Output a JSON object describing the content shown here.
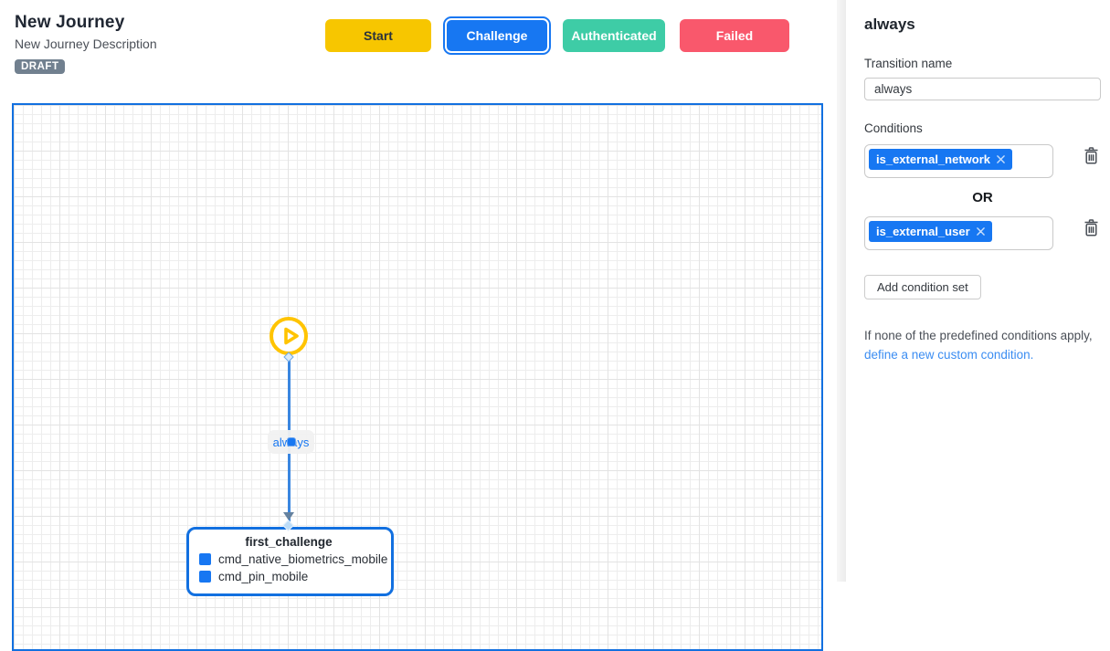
{
  "header": {
    "title": "New Journey",
    "subtitle": "New Journey Description",
    "status_badge": "DRAFT"
  },
  "toolbar": {
    "buttons": [
      {
        "label": "Start",
        "color": "#F7C600",
        "selected": false
      },
      {
        "label": "Challenge",
        "color": "#1777F2",
        "selected": true
      },
      {
        "label": "Authenticated",
        "color": "#3ECCA6",
        "selected": false
      },
      {
        "label": "Failed",
        "color": "#F9586C",
        "selected": false
      }
    ]
  },
  "canvas": {
    "start_node": {
      "icon": "play-icon",
      "color": "#FFC400"
    },
    "edge": {
      "label": "always",
      "color": "#1777F2"
    },
    "node": {
      "title": "first_challenge",
      "items": [
        "cmd_native_biometrics_mobile",
        "cmd_pin_mobile"
      ],
      "border_color": "#1270E0",
      "item_icon": "blue-square-icon"
    }
  },
  "panel": {
    "title": "always",
    "transition_name": {
      "label": "Transition name",
      "value": "always"
    },
    "conditions": {
      "label": "Conditions",
      "sets": [
        {
          "chips": [
            {
              "label": "is_external_network"
            }
          ]
        },
        {
          "chips": [
            {
              "label": "is_external_user"
            }
          ]
        }
      ],
      "or_label": "OR",
      "add_button_label": "Add condition set"
    },
    "note": {
      "prefix": "If none of the predefined conditions apply, ",
      "link": "define a new custom condition."
    }
  },
  "colors": {
    "accent_blue": "#1777F2",
    "canvas_border": "#1270E0",
    "start_yellow": "#F7C600",
    "authenticated_teal": "#3ECCA6",
    "failed_red": "#F9586C",
    "link_blue": "#3B8DF2",
    "badge_gray": "#71808F"
  }
}
